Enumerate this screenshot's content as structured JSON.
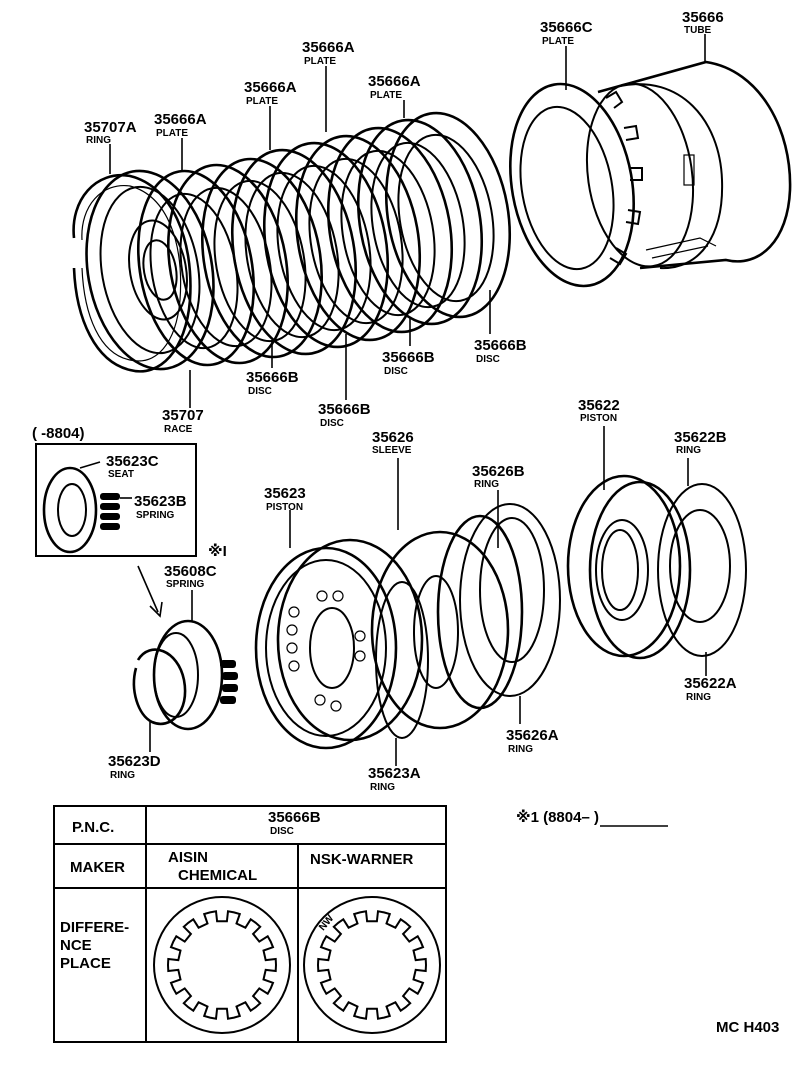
{
  "labels": {
    "l_35666": {
      "pn": "35666",
      "name": "TUBE"
    },
    "l_35666c": {
      "pn": "35666C",
      "name": "PLATE"
    },
    "l_35666a_1": {
      "pn": "35666A",
      "name": "PLATE"
    },
    "l_35666a_2": {
      "pn": "35666A",
      "name": "PLATE"
    },
    "l_35666a_3": {
      "pn": "35666A",
      "name": "PLATE"
    },
    "l_35666a_4": {
      "pn": "35666A",
      "name": "PLATE"
    },
    "l_35707a": {
      "pn": "35707A",
      "name": "RING"
    },
    "l_35707": {
      "pn": "35707",
      "name": "RACE"
    },
    "l_35666b_1": {
      "pn": "35666B",
      "name": "DISC"
    },
    "l_35666b_2": {
      "pn": "35666B",
      "name": "DISC"
    },
    "l_35666b_3": {
      "pn": "35666B",
      "name": "DISC"
    },
    "l_35666b_4": {
      "pn": "35666B",
      "name": "DISC"
    },
    "l_35623c": {
      "pn": "35623C",
      "name": "SEAT"
    },
    "l_35623b": {
      "pn": "35623B",
      "name": "SPRING"
    },
    "l_35608c": {
      "pn": "35608C",
      "name": "SPRING"
    },
    "l_35623d": {
      "pn": "35623D",
      "name": "RING"
    },
    "l_35623": {
      "pn": "35623",
      "name": "PISTON"
    },
    "l_35623a": {
      "pn": "35623A",
      "name": "RING"
    },
    "l_35626": {
      "pn": "35626",
      "name": "SLEEVE"
    },
    "l_35626b": {
      "pn": "35626B",
      "name": "RING"
    },
    "l_35626a": {
      "pn": "35626A",
      "name": "RING"
    },
    "l_35622": {
      "pn": "35622",
      "name": "PISTON"
    },
    "l_35622b": {
      "pn": "35622B",
      "name": "RING"
    },
    "l_35622a": {
      "pn": "35622A",
      "name": "RING"
    }
  },
  "notes": {
    "inset_period": "(        -8804)",
    "mark_1": "※I",
    "footnote": "※1 (8804–        )",
    "drawing_code": "MC H403"
  },
  "table": {
    "pnc_label": "P.N.C.",
    "pnc_value": "35666B",
    "pnc_value_name": "DISC",
    "maker_label": "MAKER",
    "maker_1_line1": "AISIN",
    "maker_1_line2": "CHEMICAL",
    "maker_2": "NSK-WARNER",
    "diff_line1": "DIFFERE-",
    "diff_line2": "NCE",
    "diff_line3": "PLACE",
    "nw_mark": "NW"
  }
}
